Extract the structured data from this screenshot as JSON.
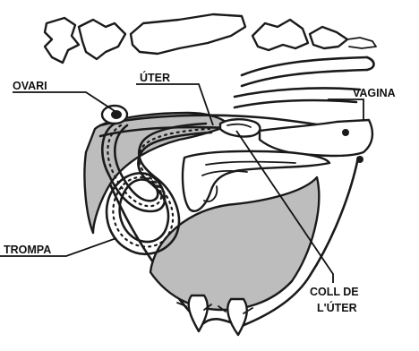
{
  "labels": {
    "ovari": "OVARI",
    "uter": "ÚTER",
    "vagina": "VAGINA",
    "trompa": "TROMPA",
    "coll_line1": "COLL DE",
    "coll_line2": "L'ÚTER"
  }
}
